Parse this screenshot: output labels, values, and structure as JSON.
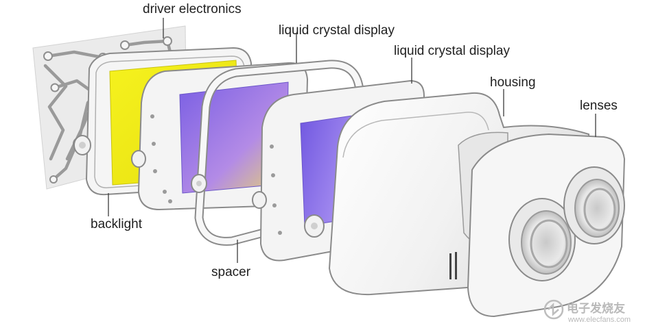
{
  "labels": {
    "driver_electronics": "driver electronics",
    "lcd_1": "liquid crystal display",
    "lcd_2": "liquid crystal display",
    "housing": "housing",
    "lenses": "lenses",
    "backlight": "backlight",
    "spacer": "spacer"
  },
  "watermark": {
    "brand": "电子发烧友",
    "url": "www.elecfans.com"
  },
  "colors": {
    "backlight_panel": "#f2ef1e",
    "lcd_panel": "#7d63e6",
    "part_fill": "#f4f4f4",
    "part_stroke": "#8a8a8a",
    "pcb_sheet": "#e9e9e9"
  }
}
